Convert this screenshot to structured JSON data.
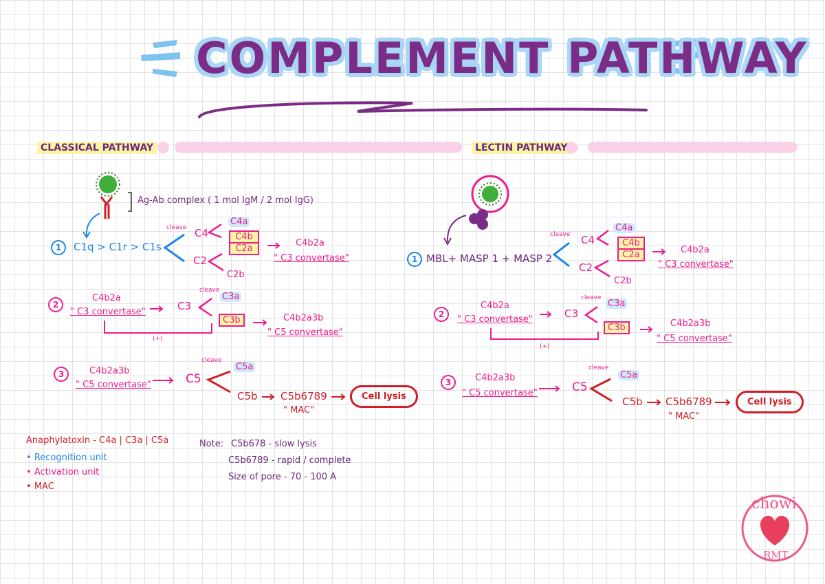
{
  "title": "COMPLEMENT PATHWAY",
  "classical": {
    "heading": "CLASSICAL PATHWAY",
    "ag_ab": "Ag-Ab complex  ( 1 mol IgM / 2 mol IgG)",
    "step1_num": "1",
    "step1": "C1q > C1r > C1s",
    "cleave1": "cleave",
    "c4": "C4",
    "c4a": "C4a",
    "c4b": "C4b",
    "c2a": "C2a",
    "c2": "C2",
    "c2b": "C2b",
    "c4b2a": "C4b2a",
    "c3conv": "\" C3 convertase\"",
    "step2_num": "2",
    "c4b2a_2": "C4b2a",
    "c3conv_2": "\" C3 convertase\"",
    "cleave2": "cleave",
    "c3": "C3",
    "c3a": "C3a",
    "c3b": "C3b",
    "c4b2a3b": "C4b2a3b",
    "c5conv": "\" C5 convertase\"",
    "plus": "(+)",
    "step3_num": "3",
    "c4b2a3b_3": "C4b2a3b",
    "c5conv_3": "\" C5 convertase\"",
    "cleave3": "cleave",
    "c5": "C5",
    "c5a": "C5a",
    "c5b": "C5b",
    "c5b6789": "C5b6789",
    "mac": "\" MAC\"",
    "lysis": "Cell lysis"
  },
  "lectin": {
    "heading": "LECTIN PATHWAY",
    "step1_num": "1",
    "step1": "MBL+ MASP 1 + MASP 2",
    "cleave1": "cleave",
    "c4": "C4",
    "c4a": "C4a",
    "c4b": "C4b",
    "c2a": "C2a",
    "c2": "C2",
    "c2b": "C2b",
    "c4b2a": "C4b2a",
    "c3conv": "\" C3 convertase\"",
    "step2_num": "2",
    "c4b2a_2": "C4b2a",
    "c3conv_2": "\" C3 convertase\"",
    "cleave2": "cleave",
    "c3": "C3",
    "c3a": "C3a",
    "c3b": "C3b",
    "c4b2a3b": "C4b2a3b",
    "c5conv": "\" C5 convertase\"",
    "plus": "(+)",
    "step3_num": "3",
    "c4b2a3b_3": "C4b2a3b",
    "c5conv_3": "\" C5 convertase\"",
    "cleave3": "cleave",
    "c5": "C5",
    "c5a": "C5a",
    "c5b": "C5b",
    "c5b6789": "C5b6789",
    "mac": "\" MAC\"",
    "lysis": "Cell lysis"
  },
  "notes": {
    "anaphylatoxin": "Anaphylatoxin  -  C4a | C3a | C5a",
    "legend": [
      "Recognition unit",
      "Activation unit",
      "MAC"
    ],
    "note_label": "Note:",
    "note_lines": [
      "C5b678 - slow lysis",
      "C5b6789 - rapid / complete",
      "Size of pore  -  70 - 100 A"
    ]
  },
  "logo": {
    "top": "chowi",
    "bottom": "RMT"
  },
  "colors": {
    "magenta": "#ec1c8c",
    "red": "#d01e27",
    "blue": "#1c86e6",
    "purple": "#7b2c86",
    "pink": "#fbd1e8"
  }
}
